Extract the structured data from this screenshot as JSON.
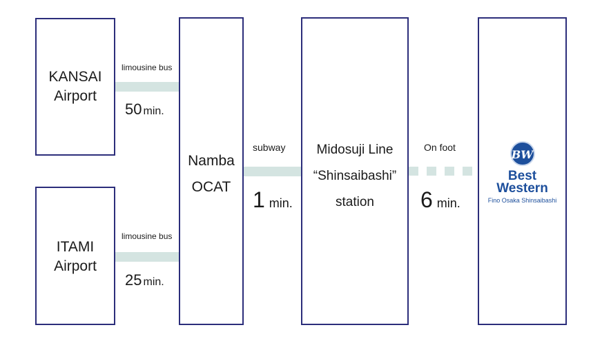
{
  "nodes": {
    "kansai": {
      "line1": "KANSAI",
      "line2": "Airport"
    },
    "itami": {
      "line1": "ITAMI",
      "line2": "Airport"
    },
    "namba": {
      "line1": "Namba",
      "line2": "OCAT"
    },
    "shinsaibashi": {
      "line1": "Midosuji Line",
      "line2": "“Shinsaibashi”",
      "line3": "station"
    },
    "hotel": {
      "logo_initials": "BW",
      "name_line1": "Best",
      "name_line2": "Western",
      "subtitle": "Fino Osaka Shinsaibashi"
    }
  },
  "links": {
    "kansai_namba": {
      "mode": "limousine bus",
      "minutes": "50",
      "unit": "min."
    },
    "itami_namba": {
      "mode": "limousine bus",
      "minutes": "25",
      "unit": "min."
    },
    "namba_station": {
      "mode": "subway",
      "minutes": "1",
      "unit": "min."
    },
    "station_hotel": {
      "mode": "On foot",
      "minutes": "6",
      "unit": "min."
    }
  },
  "colors": {
    "box_border": "#2b2d7a",
    "connector": "#d4e4e1",
    "brand_blue": "#1d4f9c"
  }
}
